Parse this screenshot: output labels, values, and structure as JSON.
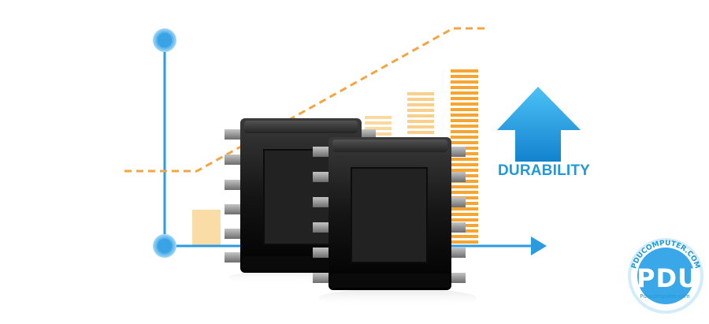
{
  "graphic": {
    "label": "DURABILITY",
    "colors": {
      "axis": "#2a9be0",
      "trend": "#f2a541",
      "bars_light": "#f9dca6",
      "bars_dark": "#f5a531",
      "arrow": "#1a93d9",
      "chip": "#1a1a1a",
      "pin": "#9a9a9a"
    },
    "icons": [
      "up-arrow-icon",
      "right-arrow-icon",
      "microchip-icon"
    ]
  },
  "watermark": {
    "arc_text": "PDUCOMPUTER.COM",
    "big_text": "PDU",
    "small_text": "Pducomputer.com"
  }
}
